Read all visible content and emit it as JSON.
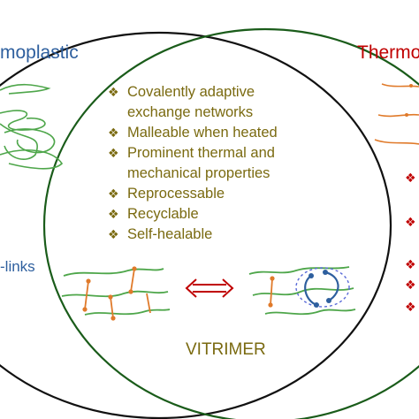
{
  "labels": {
    "left_title": "moplastic",
    "right_title": "Thermo",
    "left_crosslinks": "-links",
    "center_title": "VITRIMER"
  },
  "properties": [
    {
      "line1": "Covalently adaptive",
      "line2": "exchange networks"
    },
    {
      "line1": "Malleable when heated",
      "line2": ""
    },
    {
      "line1": "Prominent thermal and",
      "line2": "mechanical properties"
    },
    {
      "line1": "Reprocessable",
      "line2": ""
    },
    {
      "line1": "Recyclable",
      "line2": ""
    },
    {
      "line1": "Self-healable",
      "line2": ""
    }
  ],
  "bullet_glyph": "❖",
  "icons": {
    "arrow": "double-arrow-icon"
  },
  "colors": {
    "thermoplastic_blue": "#2e5f9e",
    "thermoset_red": "#c00000",
    "vitrimer_olive": "#7a6a10",
    "chain_green": "#4ea64a",
    "crosslink_orange": "#e07a2a",
    "circle_dark": "#111111",
    "circle_green": "#1a5c1a"
  }
}
